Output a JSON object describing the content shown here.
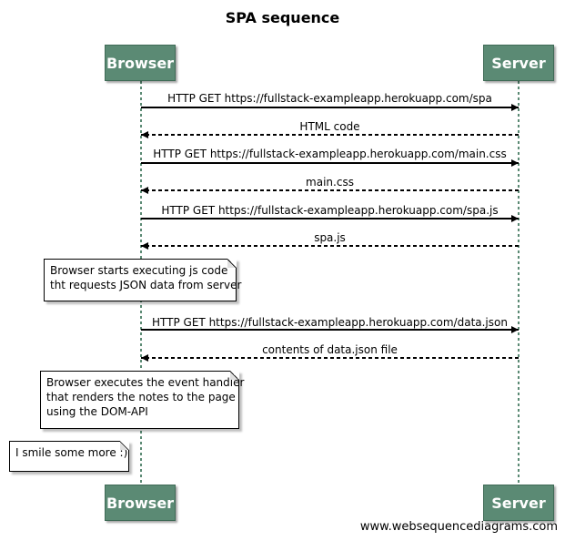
{
  "title": "SPA sequence",
  "participants": [
    "Browser",
    "Server"
  ],
  "messages": [
    {
      "from": "Browser",
      "to": "Server",
      "label": "HTTP GET https://fullstack-exampleapp.herokuapp.com/spa",
      "style": "solid"
    },
    {
      "from": "Server",
      "to": "Browser",
      "label": "HTML code",
      "style": "dashed"
    },
    {
      "from": "Browser",
      "to": "Server",
      "label": "HTTP GET https://fullstack-exampleapp.herokuapp.com/main.css",
      "style": "solid"
    },
    {
      "from": "Server",
      "to": "Browser",
      "label": "main.css",
      "style": "dashed"
    },
    {
      "from": "Browser",
      "to": "Server",
      "label": "HTTP GET https://fullstack-exampleapp.herokuapp.com/spa.js",
      "style": "solid"
    },
    {
      "from": "Server",
      "to": "Browser",
      "label": "spa.js",
      "style": "dashed"
    },
    {
      "from": "Browser",
      "to": "Server",
      "label": "HTTP GET https://fullstack-exampleapp.herokuapp.com/data.json",
      "style": "solid"
    },
    {
      "from": "Server",
      "to": "Browser",
      "label": "contents of data.json file",
      "style": "dashed"
    }
  ],
  "notes": [
    {
      "text": "Browser starts executing js code\ntht requests JSON data from server"
    },
    {
      "text": "Browser executes the event handler\nthat renders the notes to the page\nusing the DOM-API"
    },
    {
      "text": "I smile some more :)"
    }
  ],
  "watermark": "www.websequencediagrams.com",
  "colors": {
    "actor_fill": "#5b8a74",
    "lifeline": "#5b8a74"
  }
}
